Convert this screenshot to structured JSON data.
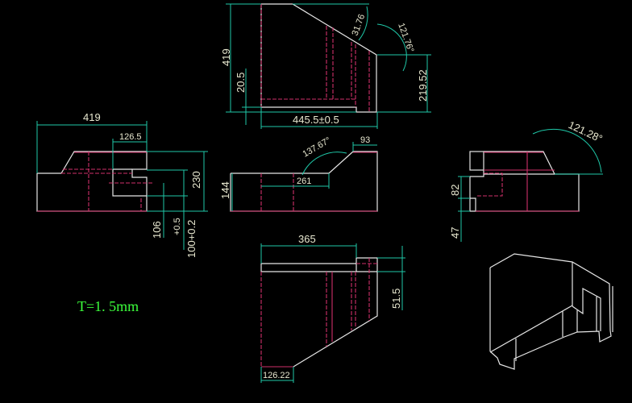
{
  "drawing": {
    "background": "#000000",
    "colors": {
      "outline": "#e6e6e6",
      "hidden_line": "#d0306a",
      "dimension": "#1fc8a8",
      "dimension_text": "#e8e8d0",
      "note": "#3cff3c"
    },
    "top_view": {
      "height": "419",
      "step": "20.5",
      "width": "445.5±0.5",
      "slope_angle": "31.76",
      "bend_angle": "121.76°",
      "right_height": "219.52"
    },
    "left_view": {
      "width": "419",
      "notch": "126.5",
      "height": "230",
      "slot_height": "106",
      "slot_tol": "100+0.2",
      "slot_tol_upper": "+0.5"
    },
    "front_view": {
      "height": "144",
      "length": "261",
      "top_width": "93",
      "angle": "137.67°"
    },
    "right_view": {
      "angle": "121.28°",
      "dim_upper": "82",
      "dim_lower": "47"
    },
    "bottom_view": {
      "width": "365",
      "flange": "51.5",
      "bottom_width": "126.22"
    },
    "note": "T=1. 5mm"
  }
}
